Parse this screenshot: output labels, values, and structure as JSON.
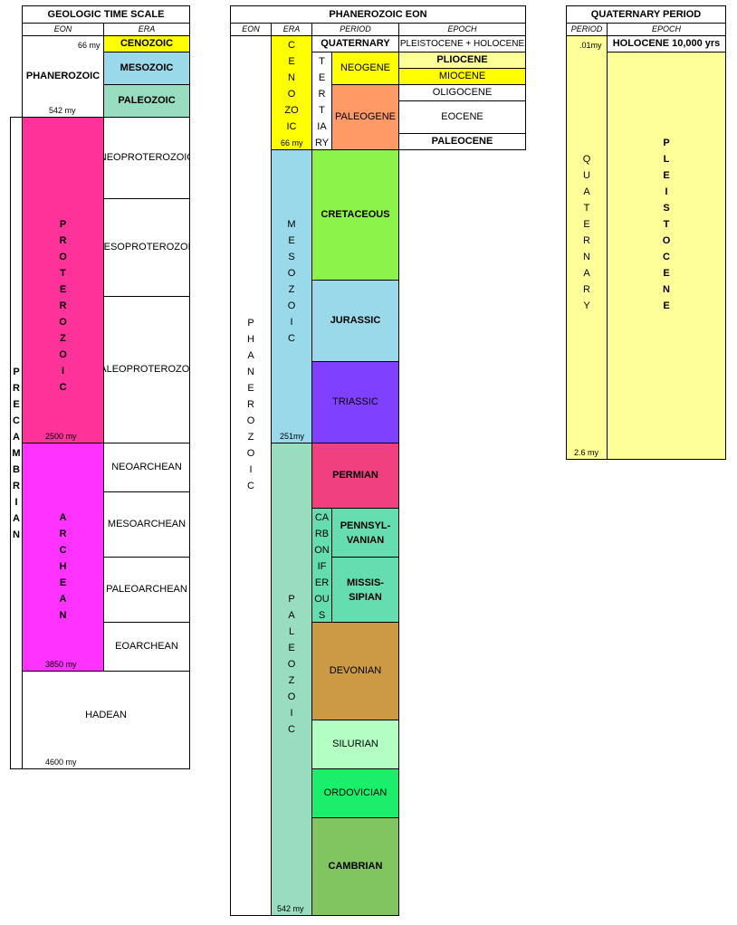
{
  "left": {
    "title": "GEOLOGIC TIME SCALE",
    "col_eon": "EON",
    "col_era": "ERA",
    "phanerozoic": "PHANEROZOIC",
    "cenozoic": "CENOZOIC",
    "mesozoic": "MESOZOIC",
    "paleozoic": "PALEOZOIC",
    "precambrian": "PRECAMBRIAN",
    "proterozoic": "PROTEROZOIC",
    "archean": "ARCHEAN",
    "hadean": "HADEAN",
    "neoproterozoic": "NEOPROTEROZOIC",
    "mesoproterozoic": "MESOPROTEROZOIC",
    "paleoproterozoic": "PALEOPROTEROZOIC",
    "neoarchean": "NEOARCHEAN",
    "mesoarchean": "MESOARCHEAN",
    "paleoarchean": "PALEOARCHEAN",
    "eoarchean": "EOARCHEAN",
    "t66": "66 my",
    "t542": "542 my",
    "t2500": "2500 my",
    "t3850": "3850 my",
    "t4600": "4600 my"
  },
  "middle": {
    "title": "PHANEROZOIC  EON",
    "col_eon": "EON",
    "col_era": "ERA",
    "col_period": "PERIOD",
    "col_epoch": "EPOCH",
    "phanerozoic": "PHANEROZOIC",
    "cenozoic": "CENOZOIC",
    "cenozoic_letters": [
      "C",
      "E",
      "N",
      "O",
      "ZO",
      "IC"
    ],
    "mesozoic": "MESOZOIC",
    "paleozoic": "PALEOZOIC",
    "quaternary": "QUATERNARY",
    "tertiary": "TERTIARY",
    "tertiary_letters": [
      "T",
      "E",
      "R",
      "T",
      "IA",
      "RY"
    ],
    "neogene": "NEOGENE",
    "paleogene": "PALEOGENE",
    "pleist_holo": "PLEISTOCENE + HOLOCENE",
    "pliocene": "PLIOCENE",
    "miocene": "MIOCENE",
    "oligocene": "OLIGOCENE",
    "eocene": "EOCENE",
    "paleocene": "PALEOCENE",
    "cretaceous": "CRETACEOUS",
    "jurassic": "JURASSIC",
    "triassic": "TRIASSIC",
    "permian": "PERMIAN",
    "carboniferous": "CARBONIFEROUS",
    "carboniferous_letters": [
      "CA",
      "RB",
      "ON",
      "IF",
      "ER",
      "OU",
      "S"
    ],
    "pennsylvanian": "PENNSYL-VANIAN",
    "pennsylvanian_lines": [
      "PENNSYL-",
      "VANIAN"
    ],
    "mississippian": "MISSIS-SIPIAN",
    "mississippian_lines": [
      "MISSIS-",
      "SIPIAN"
    ],
    "devonian": "DEVONIAN",
    "silurian": "SILURIAN",
    "ordovician": "ORDOVICIAN",
    "cambrian": "CAMBRIAN",
    "t66": "66 my",
    "t251": "251my",
    "t542": "542 my"
  },
  "right": {
    "title": "QUATERNARY PERIOD",
    "col_period": "PERIOD",
    "col_epoch": "EPOCH",
    "t01": ".01my",
    "holocene": "HOLOCENE 10,000 yrs",
    "quaternary": "QUATERNARY",
    "pleistocene": "PLEISTOCENE",
    "t26": "2.6 my"
  },
  "colors": {
    "cenozoic": "#FFFF00",
    "mesozoic": "#99D9EA",
    "paleozoic": "#99DDC0",
    "proterozoic": "#FF3399",
    "archean": "#FF33FF",
    "neogene": "#FFFF00",
    "paleogene": "#FF9966",
    "pliocene": "#FFFF99",
    "miocene": "#FFFF00",
    "cretaceous": "#8CF34B",
    "jurassic": "#99D9EA",
    "triassic": "#8040FF",
    "permian": "#F04080",
    "carboniferous": "#66DDB0",
    "devonian": "#CC9944",
    "silurian": "#B3FFC3",
    "ordovician": "#1AEE6A",
    "cambrian": "#80C560",
    "quaternary": "#FFFF99"
  }
}
